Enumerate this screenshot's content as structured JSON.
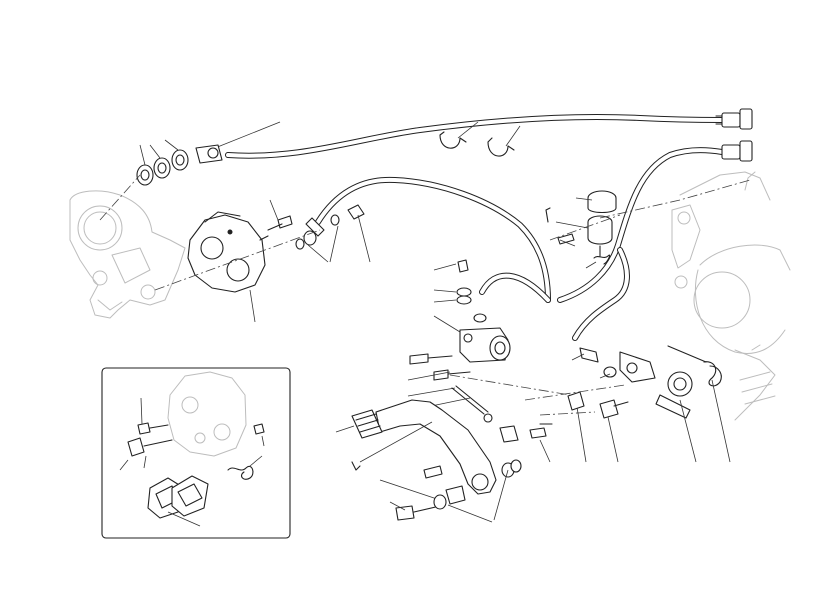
{
  "diagram": {
    "canvas_width": 836,
    "canvas_height": 591,
    "inset_box": {
      "present": true
    },
    "colors": {
      "ink": "#222222",
      "ghost": "#bdbdbd",
      "background": "#ffffff"
    },
    "components": [
      "brake-caliper",
      "caliper-bracket",
      "brake-hose",
      "master-cylinder",
      "fluid-reservoir",
      "brake-pedal",
      "pedal-pivot",
      "return-spring",
      "stop-light-switch-wiring",
      "brake-pads",
      "hose-clips",
      "washers",
      "bolts",
      "engine-case-outline"
    ]
  }
}
